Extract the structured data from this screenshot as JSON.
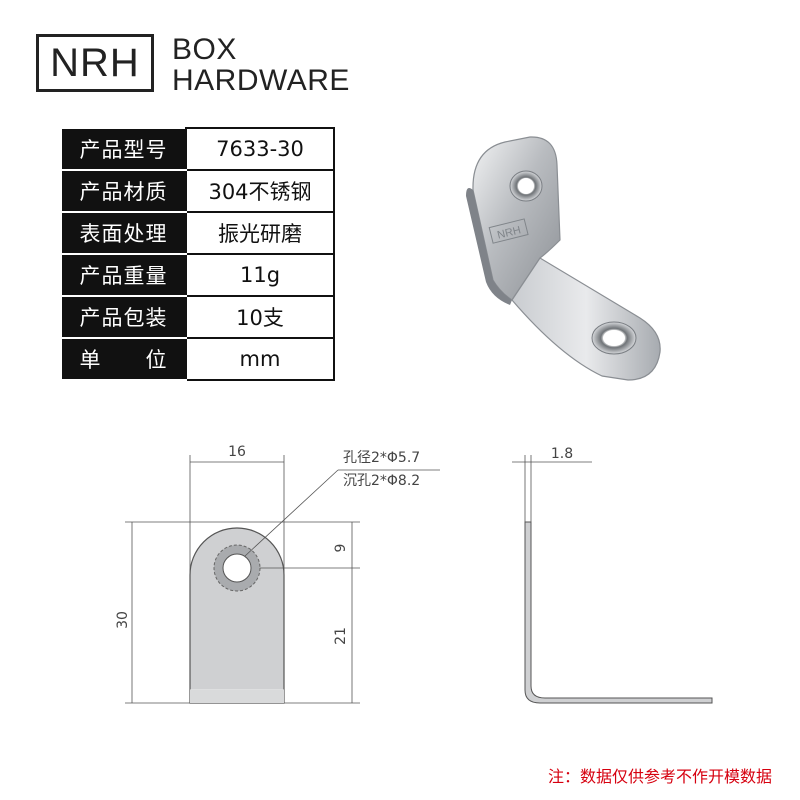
{
  "logo": {
    "mark": "NRH",
    "line1": "BOX",
    "line2": "HARDWARE"
  },
  "specs": [
    {
      "label": "产品型号",
      "value": "7633-30"
    },
    {
      "label": "产品材质",
      "value": "304不锈钢"
    },
    {
      "label": "表面处理",
      "value": "振光研磨"
    },
    {
      "label": "产品重量",
      "value": "11g"
    },
    {
      "label": "产品包装",
      "value": "10支"
    },
    {
      "label": "单　　位",
      "value": "mm"
    }
  ],
  "drawing": {
    "width": "16",
    "height": "30",
    "hole_offset": "9",
    "lower_length": "21",
    "thickness": "1.8",
    "hole_note": "孔径2*Φ5.7",
    "countersink_note": "沉孔2*Φ8.2"
  },
  "note": "注：数据仅供参考不作开模数据",
  "colors": {
    "note": "#d6000f",
    "table_header": "#111111"
  }
}
